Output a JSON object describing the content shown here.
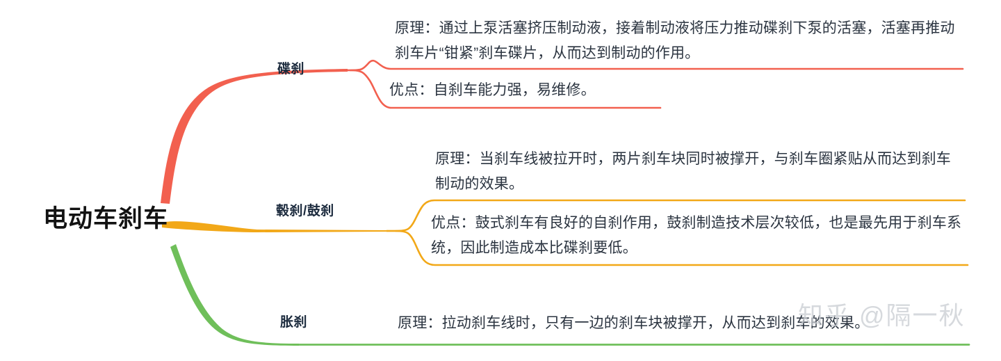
{
  "diagram": {
    "type": "mindmap",
    "root": {
      "label": "电动车刹车"
    },
    "branches": [
      {
        "label": "碟刹",
        "color": "#F2604F",
        "leaves": [
          {
            "text": "原理：通过上泵活塞挤压制动液，接着制动液将压力推动碟刹下泵的活塞，活塞再推动刹车片“钳紧”刹车碟片，从而达到制动的作用。"
          },
          {
            "text": "优点：自刹车能力强，易维修。"
          }
        ]
      },
      {
        "label": "毂刹/鼓刹",
        "color": "#F2A818",
        "leaves": [
          {
            "text": "原理：当刹车线被拉开时，两片刹车块同时被撑开，与刹车圈紧贴从而达到刹车制动的效果。"
          },
          {
            "text": "优点：鼓式刹车有良好的自刹作用，鼓刹制造技术层次较低，也是最先用于刹车系统，因此制造成本比碟刹要低。"
          }
        ]
      },
      {
        "label": "胀刹",
        "color": "#6FBF5A",
        "leaves": [
          {
            "text": "原理：拉动刹车线时，只有一边的刹车块被撑开，从而达到刹车的效果。"
          }
        ]
      }
    ]
  },
  "watermark": {
    "text": "知乎 @隔一秋"
  }
}
